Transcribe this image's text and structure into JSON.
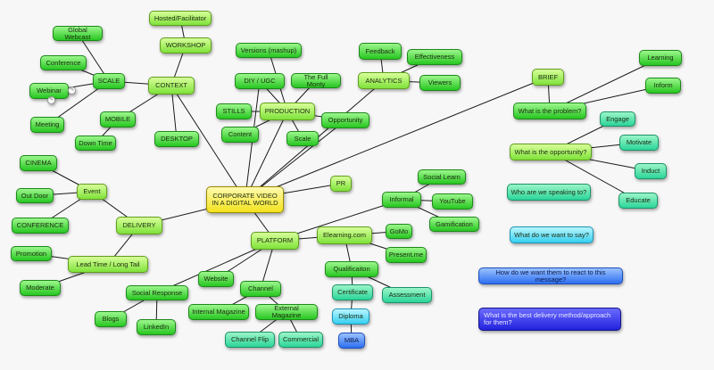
{
  "center": "CORPORATE VIDEO IN A DIGITAL WORLD",
  "nodes": {
    "hosted": "Hosted/Facilitator",
    "workshop": "WORKSHOP",
    "global_webcast": "Global Webcast",
    "conference_scale": "Conference",
    "scale": "SCALE",
    "context": "CONTEXT",
    "webinar": "Webinar",
    "meeting": "Meeting",
    "mobile": "MOBILE",
    "down_time": "Down Time",
    "desktop": "DESKTOP",
    "versions": "Versions (mashup)",
    "diy": "DIY / UGC",
    "full_monty": "The Full Monty",
    "stills": "STILLS",
    "production": "PRODUCTION",
    "content": "Content",
    "scale_prod": "Scale",
    "opportunity": "Opportunity",
    "feedback": "Feedback",
    "effectiveness": "Effectiveness",
    "analytics": "ANALYTICS",
    "viewers": "Viewers",
    "brief": "BRIEF",
    "learning": "Learning",
    "inform": "Inform",
    "what_problem": "What is the problem?",
    "engage": "Engage",
    "what_opportunity": "What is the opportunity?",
    "motivate": "Motivate",
    "induct": "Induct",
    "educate": "Educate",
    "who_speaking": "Who are we speaking to?",
    "what_say": "What do we want to say?",
    "how_react": "How do we want them to react to this message?",
    "best_delivery": "What is the best delivery method/approach for them?",
    "cinema": "CINEMA",
    "event": "Event",
    "out_door": "Out Door",
    "conference_caps": "CONFERENCE",
    "delivery": "DELIVERY",
    "promotion": "Promotion",
    "lead_time": "Lead Time / Long Tail",
    "moderate": "Moderate",
    "pr": "PR",
    "social_learn": "Social Learn",
    "informal": "Informal",
    "youtube": "YouTube",
    "gamification": "Gamification",
    "platform": "PLATFORM",
    "elearning": "Elearning.com",
    "gomo": "GoMo",
    "present_me": "Present.me",
    "website": "Website",
    "social_response": "Social Response",
    "channel": "Channel",
    "qualification": "Qualificaiton",
    "certificate": "Certificate",
    "assessment": "Assessment",
    "internal_magazine": "Internal Magazine",
    "external_magazine": "External Magazine",
    "diploma": "Diploma",
    "blogs": "Blogs",
    "linkedin": "LinkedIn",
    "channel_flip": "Channel Flip",
    "commercial": "Commercial",
    "mba": "MBA"
  },
  "colors": {
    "line": "#1a1a1a",
    "center": "#f3e21d",
    "light_green": "#b7f56a",
    "green": "#3ad232",
    "sea_green": "#40e0a8",
    "cyan": "#5fdcf5",
    "blue": "#3d7cf5",
    "navy": "#2a2ae0"
  },
  "icons": [
    "note-icon"
  ]
}
